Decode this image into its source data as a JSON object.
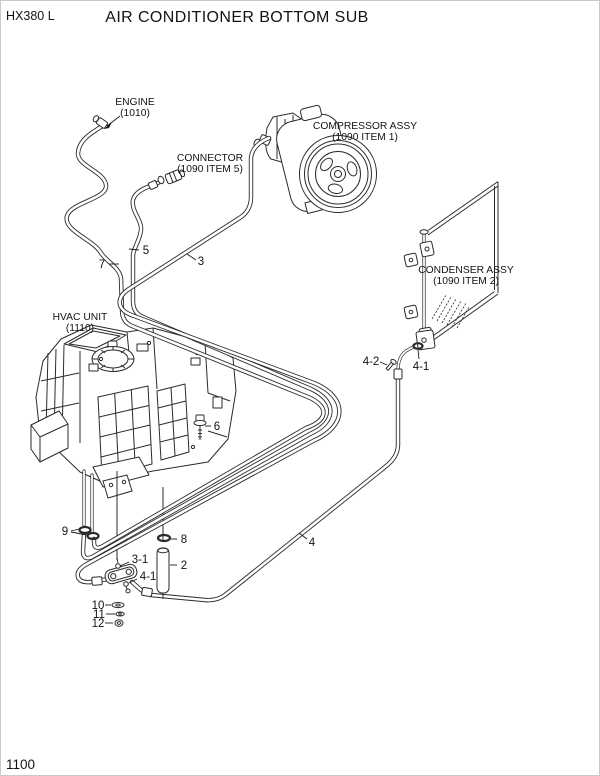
{
  "page": {
    "model": "HX380 L",
    "title": "AIR CONDITIONER BOTTOM SUB",
    "page_number": "1100"
  },
  "labels": {
    "engine": {
      "name": "ENGINE",
      "ref": "(1010)"
    },
    "connector": {
      "name": "CONNECTOR",
      "ref": "(1090 ITEM 5)"
    },
    "compressor": {
      "name": "COMPRESSOR ASSY",
      "ref": "(1090 ITEM 1)"
    },
    "condenser": {
      "name": "CONDENSER ASSY",
      "ref": "(1090 ITEM 2)"
    },
    "hvac": {
      "name": "HVAC UNIT",
      "ref": "(1110)"
    }
  },
  "callouts": {
    "n2": "2",
    "n3": "3",
    "n3_1": "3-1",
    "n4": "4",
    "n4_1_cond": "4-1",
    "n4_1_flange": "4-1",
    "n4_2": "4-2",
    "n5": "5",
    "n6": "6",
    "n7": "7",
    "n8": "8",
    "n9": "9",
    "n10": "10",
    "n11": "11",
    "n12": "12"
  },
  "colors": {
    "line": "#2b2b2b",
    "background": "#ffffff"
  }
}
